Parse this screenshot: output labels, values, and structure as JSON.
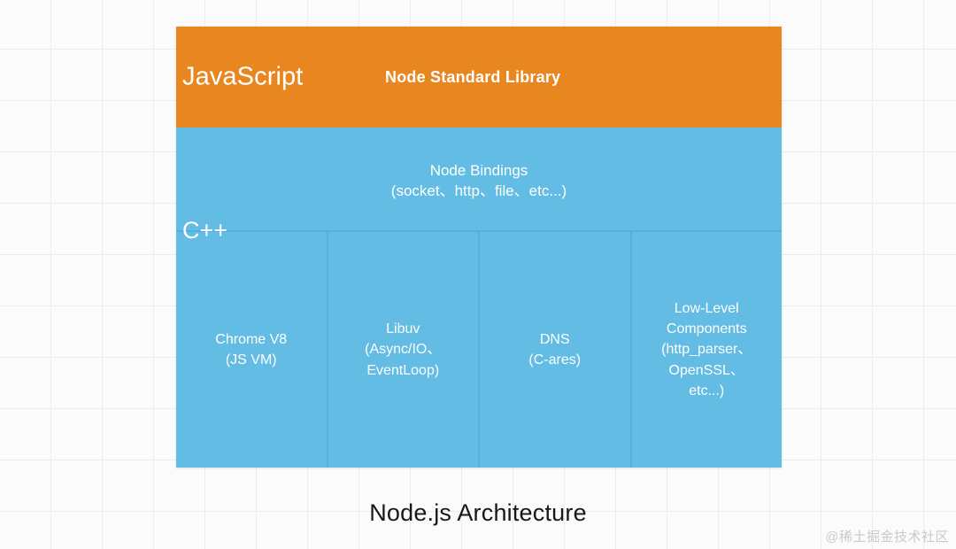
{
  "diagram": {
    "title": "Node.js Architecture",
    "colors": {
      "javascript_layer": "#E8871F",
      "cpp_layer": "#62BCE4",
      "divider": "#55AFD8",
      "text": "#FFFFFF",
      "caption": "#16181A",
      "background": "#FBFBFC",
      "grid_line": "#ECECEC",
      "watermark": "#C9CACC"
    },
    "layers": [
      {
        "id": "javascript",
        "side_label": "JavaScript",
        "block_label": "Node Standard Library"
      },
      {
        "id": "cpp",
        "side_label": "C++",
        "bindings": {
          "title": "Node Bindings",
          "detail": "(socket、http、file、etc...)",
          "text": "Node Bindings\n(socket、http、file、etc...)"
        },
        "components": [
          {
            "name": "Chrome V8",
            "detail": "(JS VM)",
            "text": "Chrome V8\n(JS VM)"
          },
          {
            "name": "Libuv",
            "detail": "(Async/IO、EventLoop)",
            "text": "Libuv\n(Async/IO、\nEventLoop)"
          },
          {
            "name": "DNS",
            "detail": "(C-ares)",
            "text": "DNS\n(C-ares)"
          },
          {
            "name": "Low-Level Components",
            "detail": "(http_parser、OpenSSL、etc...)",
            "text": "Low-Level\nComponents\n(http_parser、\nOpenSSL、\netc...)"
          }
        ]
      }
    ]
  },
  "watermark": "@稀土掘金技术社区"
}
